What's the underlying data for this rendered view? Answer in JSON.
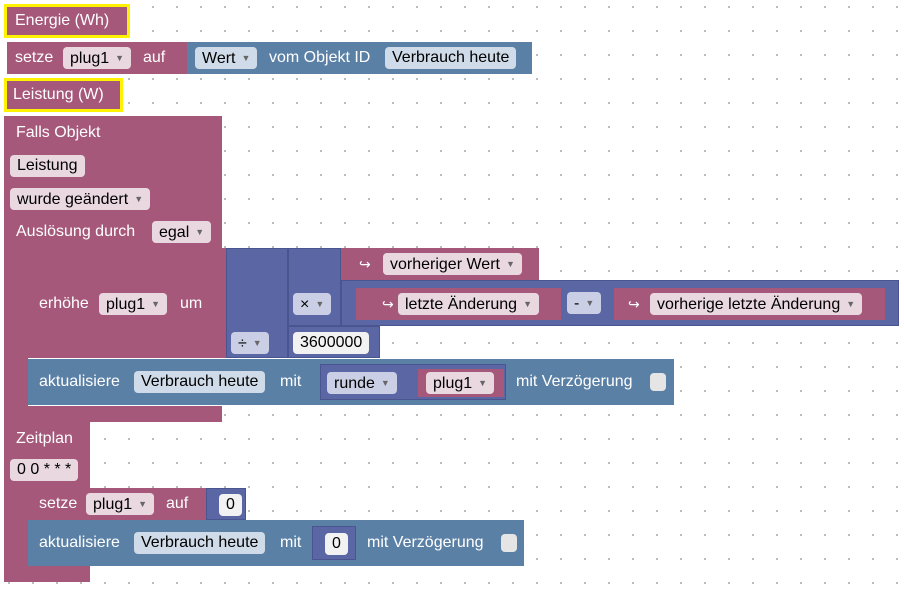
{
  "comments": {
    "energy": "Energie (Wh)",
    "power": "Leistung (W)"
  },
  "set_block": {
    "keyword": "setze",
    "variable": "plug1",
    "to": "auf",
    "property": "Wert",
    "of_object_id": "vom Objekt ID",
    "object": "Verbrauch heute"
  },
  "trigger": {
    "title": "Falls Objekt",
    "object": "Leistung",
    "condition": "wurde geändert",
    "triggered_by_label": "Auslösung durch",
    "triggered_by": "egal"
  },
  "increment": {
    "label": "erhöhe",
    "variable": "plug1",
    "by": "um",
    "divide_op": "÷",
    "multiply_op": "×",
    "previous_value": "vorheriger Wert",
    "last_change": "letzte Änderung",
    "minus_op": "-",
    "previous_last_change": "vorherige letzte Änderung",
    "divisor": "3600000"
  },
  "update1": {
    "label": "aktualisiere",
    "object": "Verbrauch heute",
    "with": "mit",
    "round": "runde",
    "variable": "plug1",
    "delay": "mit Verzögerung"
  },
  "schedule": {
    "title": "Zeitplan",
    "cron": "0 0 * * *",
    "set_keyword": "setze",
    "set_variable": "plug1",
    "set_to": "auf",
    "set_value": "0",
    "update_label": "aktualisiere",
    "update_object": "Verbrauch heute",
    "update_with": "mit",
    "update_value": "0",
    "update_delay": "mit Verzögerung"
  },
  "colors": {
    "event_block": "#a5587a",
    "object_block": "#5b80a5",
    "math_block": "#5b67a5",
    "comment_highlight": "#fff200"
  },
  "icons": {
    "dropdown": "triangle-down",
    "variable_get": "return-arrow"
  }
}
